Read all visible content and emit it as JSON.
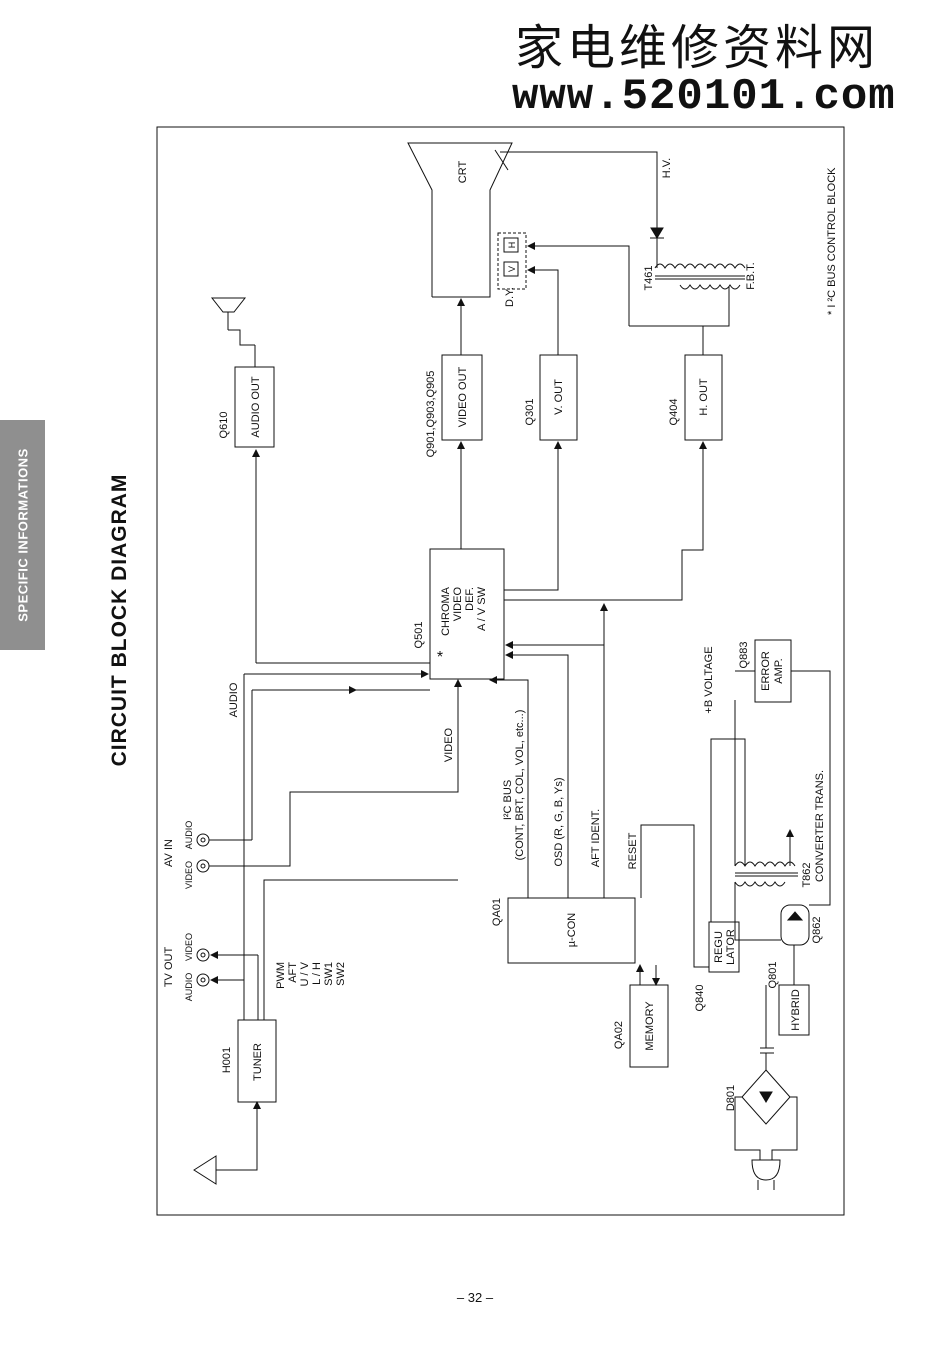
{
  "watermark": {
    "line1": "家电维修资料网",
    "line2": "www.520101.com"
  },
  "side_tab": "SPECIFIC INFORMATIONS",
  "title": "CIRCUIT  BLOCK  DIAGRAM",
  "page_number": "– 32 –",
  "diagram": {
    "blocks": {
      "tuner": "TUNER",
      "tuner_ref": "H001",
      "mcu": "µ-CON",
      "mcu_ref": "QA01",
      "memory": "MEMORY",
      "memory_ref": "QA02",
      "regulator_1": "REGU",
      "regulator_2": "LATOR",
      "regulator_ref": "Q840",
      "hybrid": "HYBRID",
      "hybrid_ref": "Q801",
      "error_amp_1": "ERROR",
      "error_amp_2": "AMP.",
      "error_amp_ref": "Q883",
      "h_out": "H. OUT",
      "h_out_ref": "Q404",
      "v_out": "V. OUT",
      "v_out_ref": "Q301",
      "video_out": "VIDEO OUT",
      "video_out_ref": "Q901,Q903,Q905",
      "audio_out": "AUDIO OUT",
      "audio_out_ref": "Q610",
      "chroma_1": "CHROMA",
      "chroma_2": "VIDEO",
      "chroma_3": "DEF.",
      "chroma_4": "A / V SW",
      "chroma_ref": "Q501",
      "chroma_star": "*",
      "crt": "CRT"
    },
    "labels": {
      "hv": "H.V.",
      "fbt": "F.B.T.",
      "fbt_ref": "T461",
      "dy": "D.Y.",
      "dy_v": "V",
      "dy_h": "H",
      "i2c_note": "*  I ²C BUS CONTROL BLOCK",
      "b_voltage": "+B VOLTAGE",
      "converter": "CONVERTER TRANS.",
      "converter_ref": "T862",
      "photo_ref": "Q862",
      "bridge_ref": "D801",
      "audio": "AUDIO",
      "video": "VIDEO",
      "av_in": "AV IN",
      "av_in_video": "VIDEO",
      "av_in_audio": "AUDIO",
      "tv_out": "TV OUT",
      "tv_out_audio": "AUDIO",
      "tv_out_video": "VIDEO",
      "i2c_bus_1": "I²C BUS",
      "i2c_bus_2": "(CONT, BRT, COL, VOL, etc...)",
      "osd": "OSD (R, G, B, Ys)",
      "aft_ident": "AFT IDENT.",
      "reset": "RESET",
      "pwm": "PWM",
      "aft": "AFT",
      "uv": "U / V",
      "lh": "L / H",
      "sw1": "SW1",
      "sw2": "SW2"
    }
  }
}
